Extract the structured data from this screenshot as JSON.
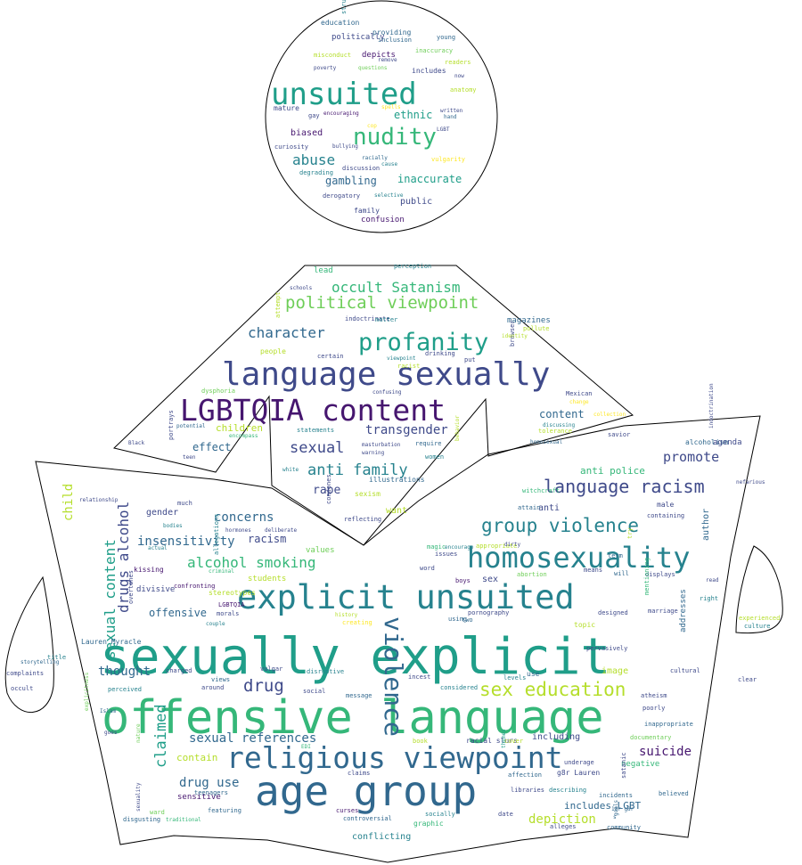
{
  "palette": {
    "purple": "#46166f",
    "indigo": "#3f4a8a",
    "blue": "#31688e",
    "teal": "#26828e",
    "green": "#1f9e89",
    "lightgreen": "#35b779",
    "lime": "#6ece58",
    "yellowgreen": "#b5de2b",
    "yellow": "#fde725",
    "outline": "#000000"
  },
  "words": [
    {
      "text": "sexually explicit",
      "c": "green",
      "r": 0
    },
    {
      "text": "offensive language",
      "c": "lightgreen",
      "r": 0
    },
    {
      "text": "age group",
      "c": "blue",
      "r": 0
    },
    {
      "text": "explicit unsuited",
      "c": "teal",
      "r": 0
    },
    {
      "text": "religious viewpoint",
      "c": "blue",
      "r": 0
    },
    {
      "text": "language sexually",
      "c": "indigo",
      "r": 0
    },
    {
      "text": "LGBTQIA content",
      "c": "purple",
      "r": 0
    },
    {
      "text": "homosexuality",
      "c": "teal",
      "r": 0
    },
    {
      "text": "unsuited",
      "c": "green",
      "r": 0
    },
    {
      "text": "profanity",
      "c": "green",
      "r": 0
    },
    {
      "text": "violence",
      "c": "blue",
      "r": 90
    },
    {
      "text": "nudity",
      "c": "lightgreen",
      "r": 0
    },
    {
      "text": "sex education",
      "c": "yellowgreen",
      "r": 0
    },
    {
      "text": "group violence",
      "c": "teal",
      "r": 0
    },
    {
      "text": "language racism",
      "c": "indigo",
      "r": 0
    },
    {
      "text": "political viewpoint",
      "c": "lime",
      "r": 0
    },
    {
      "text": "occult Satanism",
      "c": "lightgreen",
      "r": 0
    },
    {
      "text": "sexual content",
      "c": "green",
      "r": -90
    },
    {
      "text": "anti family",
      "c": "teal",
      "r": 0
    },
    {
      "text": "drugs alcohol",
      "c": "indigo",
      "r": -90
    },
    {
      "text": "alcohol smoking",
      "c": "lightgreen",
      "r": 0
    },
    {
      "text": "claimed",
      "c": "green",
      "r": -90
    },
    {
      "text": "character",
      "c": "blue",
      "r": 0
    },
    {
      "text": "sexual",
      "c": "indigo",
      "r": 0
    },
    {
      "text": "drug",
      "c": "indigo",
      "r": 0
    },
    {
      "text": "abuse",
      "c": "teal",
      "r": 0
    },
    {
      "text": "sexual references",
      "c": "blue",
      "r": 0
    },
    {
      "text": "drug use",
      "c": "blue",
      "r": 0
    },
    {
      "text": "insensitivity",
      "c": "blue",
      "r": 0
    },
    {
      "text": "transgender",
      "c": "indigo",
      "r": 0
    },
    {
      "text": "promote",
      "c": "indigo",
      "r": 0
    },
    {
      "text": "thought",
      "c": "blue",
      "r": 0
    },
    {
      "text": "depiction",
      "c": "yellowgreen",
      "r": 0
    },
    {
      "text": "suicide",
      "c": "purple",
      "r": 0
    },
    {
      "text": "concerns",
      "c": "blue",
      "r": 0
    },
    {
      "text": "rape",
      "c": "indigo",
      "r": 0
    },
    {
      "text": "child",
      "c": "yellowgreen",
      "r": -90
    },
    {
      "text": "ethnic",
      "c": "green",
      "r": 0
    },
    {
      "text": "inaccurate",
      "c": "green",
      "r": 0
    },
    {
      "text": "gambling",
      "c": "blue",
      "r": 0
    },
    {
      "text": "content",
      "c": "blue",
      "r": 0
    },
    {
      "text": "offensive",
      "c": "blue",
      "r": 0
    },
    {
      "text": "effect",
      "c": "blue",
      "r": 0
    },
    {
      "text": "racism",
      "c": "indigo",
      "r": 0
    },
    {
      "text": "anti police",
      "c": "lightgreen",
      "r": 0
    },
    {
      "text": "includes LGBT",
      "c": "blue",
      "r": 0
    },
    {
      "text": "contain",
      "c": "yellowgreen",
      "r": 0
    },
    {
      "text": "children",
      "c": "yellowgreen",
      "r": 0
    },
    {
      "text": "biased",
      "c": "purple",
      "r": 0
    },
    {
      "text": "public",
      "c": "indigo",
      "r": 0
    },
    {
      "text": "confusion",
      "c": "purple",
      "r": 0
    },
    {
      "text": "depicts",
      "c": "purple",
      "r": 0
    },
    {
      "text": "gender",
      "c": "indigo",
      "r": 0
    },
    {
      "text": "image",
      "c": "yellowgreen",
      "r": 0
    },
    {
      "text": "sex",
      "c": "indigo",
      "r": 0
    },
    {
      "text": "anti",
      "c": "indigo",
      "r": 0
    },
    {
      "text": "students",
      "c": "yellowgreen",
      "r": 0
    },
    {
      "text": "including",
      "c": "indigo",
      "r": 0
    },
    {
      "text": "want",
      "c": "yellowgreen",
      "r": 0
    },
    {
      "text": "conflicting",
      "c": "teal",
      "r": 0
    },
    {
      "text": "author",
      "c": "blue",
      "r": -90
    },
    {
      "text": "values",
      "c": "lime",
      "r": 0
    },
    {
      "text": "negative",
      "c": "lightgreen",
      "r": 0
    },
    {
      "text": "stereotypes",
      "c": "yellowgreen",
      "r": 0
    },
    {
      "text": "sexism",
      "c": "yellowgreen",
      "r": 0
    },
    {
      "text": "sensitive",
      "c": "purple",
      "r": 0
    },
    {
      "text": "addresses",
      "c": "blue",
      "r": -90
    },
    {
      "text": "illustrations",
      "c": "blue",
      "r": 0
    },
    {
      "text": "divisive",
      "c": "indigo",
      "r": 0
    },
    {
      "text": "family",
      "c": "indigo",
      "r": 0
    },
    {
      "text": "lead",
      "c": "lightgreen",
      "r": 0
    },
    {
      "text": "alcoholism",
      "c": "blue",
      "r": 0
    },
    {
      "text": "mature",
      "c": "indigo",
      "r": 0
    },
    {
      "text": "education",
      "c": "blue",
      "r": 0
    },
    {
      "text": "politically",
      "c": "indigo",
      "r": 0
    },
    {
      "text": "providing",
      "c": "blue",
      "r": 0
    },
    {
      "text": "includes",
      "c": "indigo",
      "r": 0
    },
    {
      "text": "young",
      "c": "blue",
      "r": 0
    },
    {
      "text": "magazines",
      "c": "blue",
      "r": 0
    },
    {
      "text": "male",
      "c": "indigo",
      "r": 0
    },
    {
      "text": "people",
      "c": "yellowgreen",
      "r": 0
    },
    {
      "text": "topic",
      "c": "yellowgreen",
      "r": 0
    },
    {
      "text": "agenda",
      "c": "indigo",
      "r": 0
    },
    {
      "text": "use",
      "c": "blue",
      "r": 0
    },
    {
      "text": "morals",
      "c": "indigo",
      "r": 0
    },
    {
      "text": "kissing",
      "c": "purple",
      "r": 0
    },
    {
      "text": "g8r Lauren",
      "c": "indigo",
      "r": 0
    },
    {
      "text": "Lauren Myracle",
      "c": "blue",
      "r": 0
    },
    {
      "text": "allegations",
      "c": "teal",
      "r": -90
    },
    {
      "text": "racial slurs",
      "c": "indigo",
      "r": 0
    },
    {
      "text": "message",
      "c": "blue",
      "r": 0
    },
    {
      "text": "graphic",
      "c": "lightgreen",
      "r": 0
    },
    {
      "text": "controversial",
      "c": "blue",
      "r": 0
    },
    {
      "text": "poorly",
      "c": "indigo",
      "r": 0
    },
    {
      "text": "complaints",
      "c": "indigo",
      "r": 0
    },
    {
      "text": "occult",
      "c": "indigo",
      "r": 0
    },
    {
      "text": "storytelling",
      "c": "blue",
      "r": 0
    },
    {
      "text": "experienced",
      "c": "yellowgreen",
      "r": 0
    },
    {
      "text": "culture",
      "c": "teal",
      "r": 0
    },
    {
      "text": "clear",
      "c": "indigo",
      "r": 0
    },
    {
      "text": "title",
      "c": "teal",
      "r": 0
    },
    {
      "text": "overtones",
      "c": "indigo",
      "r": -90
    },
    {
      "text": "featuring",
      "c": "blue",
      "r": 0
    },
    {
      "text": "disgusting",
      "c": "blue",
      "r": 0
    },
    {
      "text": "inappropriate",
      "c": "blue",
      "r": 0
    },
    {
      "text": "cultural",
      "c": "indigo",
      "r": 0
    },
    {
      "text": "atheism",
      "c": "indigo",
      "r": 0
    },
    {
      "text": "incidents",
      "c": "blue",
      "r": 0
    },
    {
      "text": "libraries",
      "c": "indigo",
      "r": 0
    },
    {
      "text": "community",
      "c": "blue",
      "r": 0
    },
    {
      "text": "believed",
      "c": "blue",
      "r": 0
    },
    {
      "text": "satanic",
      "c": "indigo",
      "r": -90
    },
    {
      "text": "underage",
      "c": "indigo",
      "r": 0
    },
    {
      "text": "date",
      "c": "indigo",
      "r": 0
    },
    {
      "text": "socially",
      "c": "teal",
      "r": 0
    },
    {
      "text": "curses",
      "c": "purple",
      "r": 0
    },
    {
      "text": "claims",
      "c": "indigo",
      "r": 0
    },
    {
      "text": "around",
      "c": "indigo",
      "r": 0
    },
    {
      "text": "views",
      "c": "blue",
      "r": 0
    },
    {
      "text": "social",
      "c": "indigo",
      "r": 0
    },
    {
      "text": "vulgar",
      "c": "indigo",
      "r": 0
    },
    {
      "text": "disruptive",
      "c": "teal",
      "r": 0
    },
    {
      "text": "perceived",
      "c": "teal",
      "r": 0
    },
    {
      "text": "charged",
      "c": "indigo",
      "r": 0
    },
    {
      "text": "goes",
      "c": "indigo",
      "r": 0
    },
    {
      "text": "teenagers",
      "c": "blue",
      "r": 0
    },
    {
      "text": "LGBTQIA",
      "c": "purple",
      "r": 0
    },
    {
      "text": "confronting",
      "c": "purple",
      "r": 0
    },
    {
      "text": "couple",
      "c": "teal",
      "r": 0
    },
    {
      "text": "history",
      "c": "yellowgreen",
      "r": 0
    },
    {
      "text": "creating",
      "c": "yellow",
      "r": 0
    },
    {
      "text": "pornography",
      "c": "indigo",
      "r": 0
    },
    {
      "text": "designed",
      "c": "indigo",
      "r": 0
    },
    {
      "text": "appropriate",
      "c": "yellowgreen",
      "r": 0
    },
    {
      "text": "dirty",
      "c": "indigo",
      "r": 0
    },
    {
      "text": "abortion",
      "c": "lime",
      "r": 0
    },
    {
      "text": "displays",
      "c": "indigo",
      "r": 0
    },
    {
      "text": "will",
      "c": "blue",
      "r": 0
    },
    {
      "text": "means",
      "c": "indigo",
      "r": 0
    },
    {
      "text": "word",
      "c": "indigo",
      "r": 0
    },
    {
      "text": "issues",
      "c": "indigo",
      "r": 0
    },
    {
      "text": "encourage",
      "c": "teal",
      "r": 0
    },
    {
      "text": "magic",
      "c": "lightgreen",
      "r": 0
    },
    {
      "text": "boys",
      "c": "purple",
      "r": 0
    },
    {
      "text": "using",
      "c": "blue",
      "r": 0
    },
    {
      "text": "two",
      "c": "blue",
      "r": 0
    },
    {
      "text": "considered",
      "c": "teal",
      "r": 0
    },
    {
      "text": "incest",
      "c": "indigo",
      "r": 0
    },
    {
      "text": "levels",
      "c": "teal",
      "r": 0
    },
    {
      "text": "pervasively",
      "c": "indigo",
      "r": 0
    },
    {
      "text": "EDI",
      "c": "lightgreen",
      "r": 0
    },
    {
      "text": "themes",
      "c": "green",
      "r": -90
    },
    {
      "text": "cover",
      "c": "yellowgreen",
      "r": 0
    },
    {
      "text": "book",
      "c": "yellowgreen",
      "r": 0
    },
    {
      "text": "affection",
      "c": "blue",
      "r": 0
    },
    {
      "text": "describing",
      "c": "teal",
      "r": 0
    },
    {
      "text": "goals",
      "c": "blue",
      "r": -90
    },
    {
      "text": "documentary",
      "c": "lime",
      "r": 0
    },
    {
      "text": "marriage",
      "c": "indigo",
      "r": 0
    },
    {
      "text": "right",
      "c": "teal",
      "r": 0
    },
    {
      "text": "read",
      "c": "indigo",
      "r": 0
    },
    {
      "text": "mentioning",
      "c": "lightgreen",
      "r": -90
    },
    {
      "text": "try",
      "c": "yellowgreen",
      "r": -90
    },
    {
      "text": "containing",
      "c": "indigo",
      "r": 0
    },
    {
      "text": "attain",
      "c": "blue",
      "r": 0
    },
    {
      "text": "witchcraft",
      "c": "lightgreen",
      "r": 0
    },
    {
      "text": "savior",
      "c": "indigo",
      "r": 0
    },
    {
      "text": "nefarious",
      "c": "indigo",
      "r": 0
    },
    {
      "text": "indoctrination",
      "c": "indigo",
      "r": -90
    },
    {
      "text": "collection",
      "c": "yellow",
      "r": 0
    },
    {
      "text": "change",
      "c": "yellow",
      "r": 0
    },
    {
      "text": "Mexican",
      "c": "indigo",
      "r": 0
    },
    {
      "text": "discussing",
      "c": "teal",
      "r": 0
    },
    {
      "text": "tolerance",
      "c": "yellowgreen",
      "r": 0
    },
    {
      "text": "homosexual",
      "c": "blue",
      "r": 0
    },
    {
      "text": "behavior",
      "c": "yellowgreen",
      "r": -90
    },
    {
      "text": "women",
      "c": "teal",
      "r": 0
    },
    {
      "text": "require",
      "c": "blue",
      "r": 0
    },
    {
      "text": "masturbation",
      "c": "indigo",
      "r": 0
    },
    {
      "text": "warning",
      "c": "indigo",
      "r": 0
    },
    {
      "text": "statements",
      "c": "teal",
      "r": 0
    },
    {
      "text": "white",
      "c": "teal",
      "r": 0
    },
    {
      "text": "condones",
      "c": "indigo",
      "r": -90
    },
    {
      "text": "reflecting",
      "c": "indigo",
      "r": 0
    },
    {
      "text": "confusing",
      "c": "indigo",
      "r": 0
    },
    {
      "text": "racist",
      "c": "yellowgreen",
      "r": 0
    },
    {
      "text": "put",
      "c": "indigo",
      "r": 0
    },
    {
      "text": "certain",
      "c": "indigo",
      "r": 0
    },
    {
      "text": "drinking",
      "c": "indigo",
      "r": 0
    },
    {
      "text": "viewpoint",
      "c": "teal",
      "r": 0
    },
    {
      "text": "browser",
      "c": "indigo",
      "r": -90
    },
    {
      "text": "pollute",
      "c": "yellowgreen",
      "r": 0
    },
    {
      "text": "indoctrinate",
      "c": "indigo",
      "r": 0
    },
    {
      "text": "matter",
      "c": "teal",
      "r": 0
    },
    {
      "text": "identity",
      "c": "yellowgreen",
      "r": 0
    },
    {
      "text": "attempt",
      "c": "yellowgreen",
      "r": -90
    },
    {
      "text": "schools",
      "c": "indigo",
      "r": 0
    },
    {
      "text": "perception",
      "c": "teal",
      "r": 0
    },
    {
      "text": "dysphoria",
      "c": "lime",
      "r": 0
    },
    {
      "text": "potential",
      "c": "blue",
      "r": 0
    },
    {
      "text": "portrays",
      "c": "indigo",
      "r": -90
    },
    {
      "text": "Black",
      "c": "indigo",
      "r": 0
    },
    {
      "text": "encompass",
      "c": "lightgreen",
      "r": 0
    },
    {
      "text": "teen",
      "c": "indigo",
      "r": 0
    },
    {
      "text": "relationship",
      "c": "indigo",
      "r": 0
    },
    {
      "text": "much",
      "c": "indigo",
      "r": 0
    },
    {
      "text": "bodies",
      "c": "teal",
      "r": 0
    },
    {
      "text": "hormones",
      "c": "indigo",
      "r": 0
    },
    {
      "text": "deliberate",
      "c": "indigo",
      "r": 0
    },
    {
      "text": "actual",
      "c": "teal",
      "r": 0
    },
    {
      "text": "criminal",
      "c": "lightgreen",
      "r": 0
    },
    {
      "text": "ward",
      "c": "lime",
      "r": 0
    },
    {
      "text": "sexuality",
      "c": "indigo",
      "r": -90
    },
    {
      "text": "traditional",
      "c": "lightgreen",
      "r": 0
    },
    {
      "text": "Islam",
      "c": "blue",
      "r": 0
    },
    {
      "text": "explicitness",
      "c": "lime",
      "r": -90
    },
    {
      "text": "nature",
      "c": "lime",
      "r": -90
    },
    {
      "text": "structure",
      "c": "teal",
      "r": -90
    },
    {
      "text": "inclusion",
      "c": "blue",
      "r": 0
    },
    {
      "text": "inaccuracy",
      "c": "lime",
      "r": 0
    },
    {
      "text": "misconduct",
      "c": "yellowgreen",
      "r": 0
    },
    {
      "text": "remove",
      "c": "indigo",
      "r": 0
    },
    {
      "text": "readers",
      "c": "yellowgreen",
      "r": 0
    },
    {
      "text": "poverty",
      "c": "indigo",
      "r": 0
    },
    {
      "text": "questions",
      "c": "lime",
      "r": 0
    },
    {
      "text": "now",
      "c": "indigo",
      "r": 0
    },
    {
      "text": "anatomy",
      "c": "yellowgreen",
      "r": 0
    },
    {
      "text": "spells",
      "c": "yellow",
      "r": 0
    },
    {
      "text": "written",
      "c": "indigo",
      "r": 0
    },
    {
      "text": "encouraging",
      "c": "purple",
      "r": 0
    },
    {
      "text": "gay",
      "c": "indigo",
      "r": 0
    },
    {
      "text": "hand",
      "c": "blue",
      "r": 0
    },
    {
      "text": "cop",
      "c": "yellow",
      "r": 0
    },
    {
      "text": "LGBT",
      "c": "indigo",
      "r": 0
    },
    {
      "text": "curiosity",
      "c": "indigo",
      "r": 0
    },
    {
      "text": "bullying",
      "c": "indigo",
      "r": 0
    },
    {
      "text": "racially",
      "c": "blue",
      "r": 0
    },
    {
      "text": "cause",
      "c": "teal",
      "r": 0
    },
    {
      "text": "vulgarity",
      "c": "yellow",
      "r": 0
    },
    {
      "text": "degrading",
      "c": "teal",
      "r": 0
    },
    {
      "text": "discussion",
      "c": "indigo",
      "r": 0
    },
    {
      "text": "derogatory",
      "c": "indigo",
      "r": 0
    },
    {
      "text": "selective",
      "c": "teal",
      "r": 0
    },
    {
      "text": "term",
      "c": "blue",
      "r": 0
    },
    {
      "text": "18r g8r",
      "c": "blue",
      "r": 0
    },
    {
      "text": "alleges",
      "c": "indigo",
      "r": 0
    },
    {
      "text": "s",
      "c": "blue",
      "r": 0
    },
    {
      "text": "N",
      "c": "indigo",
      "r": 0
    }
  ]
}
